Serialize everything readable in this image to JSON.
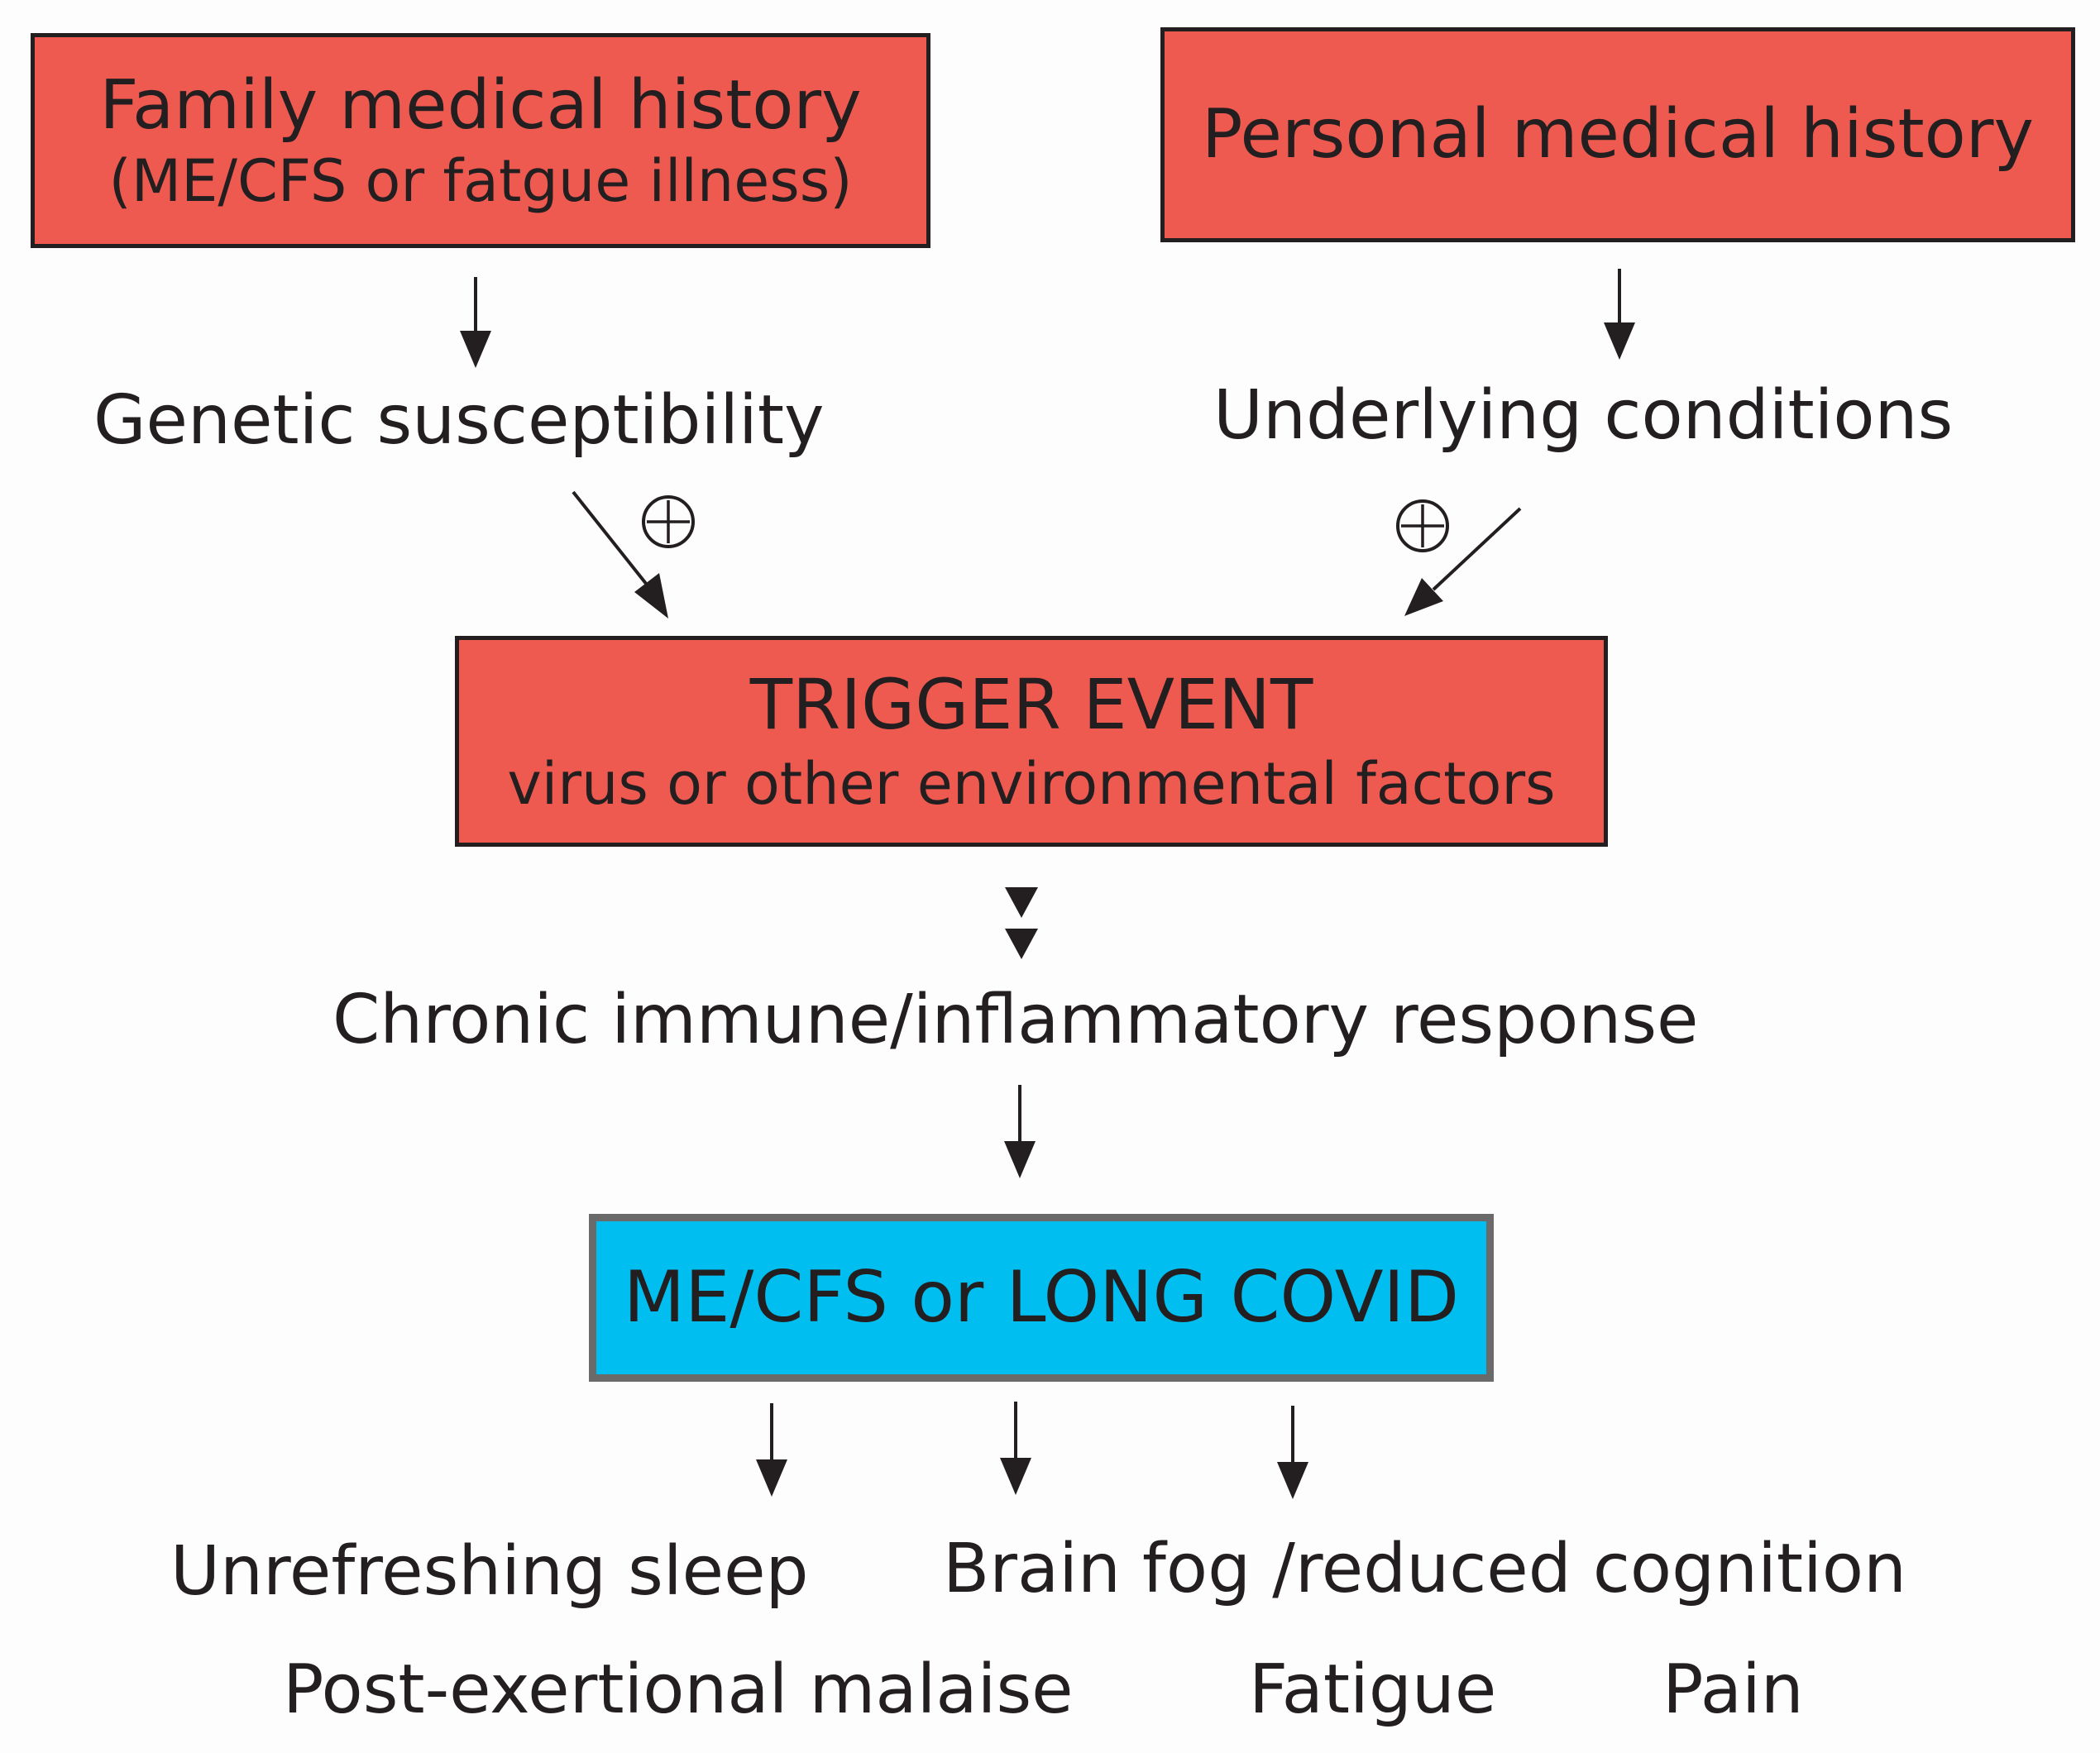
{
  "boxes": {
    "family": {
      "line1": "Family medical history",
      "line2": "(ME/CFS or fatgue illness)"
    },
    "personal": {
      "line1": "Personal medical history"
    },
    "trigger": {
      "line1": "TRIGGER EVENT",
      "line2": "virus or other environmental factors"
    },
    "outcome": {
      "line1": "ME/CFS or LONG COVID"
    }
  },
  "nodes": {
    "genetic": "Genetic susceptibility",
    "underlying": "Underlying conditions",
    "chronic": "Chronic immune/inflammatory response"
  },
  "symptoms": {
    "sleep": "Unrefreshing sleep",
    "brain_fog": "Brain fog /reduced cognition",
    "pem": "Post-exertional malaise",
    "fatigue": "Fatigue",
    "pain": "Pain"
  },
  "colors": {
    "red_box": "#ef5a50",
    "blue_box": "#00bef0",
    "blue_border": "#6a6a6a",
    "text": "#231f20"
  },
  "icons": {
    "plus": "circled-plus-icon"
  }
}
